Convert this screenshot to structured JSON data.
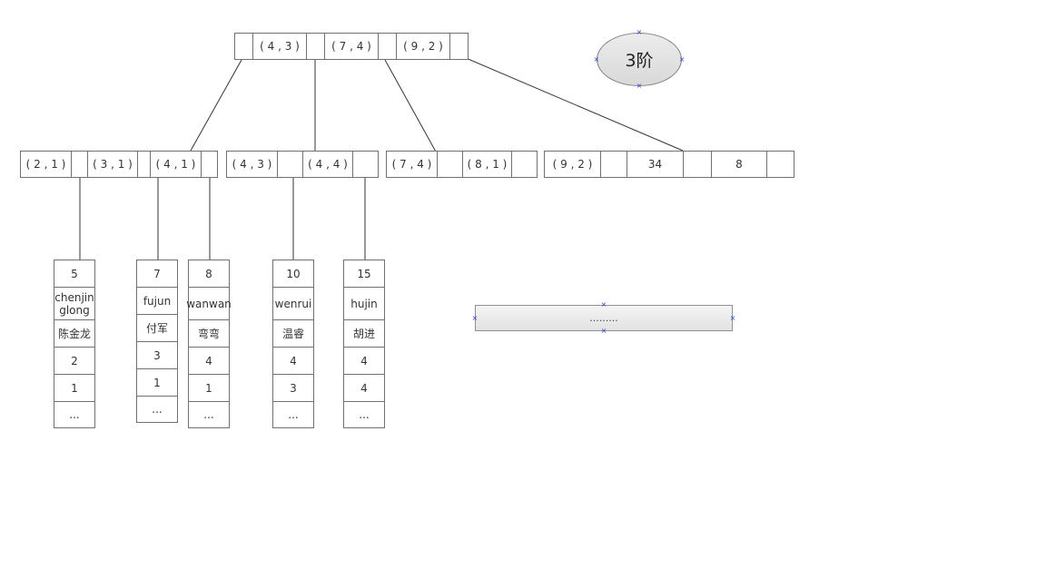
{
  "root": [
    "",
    "(4,3)",
    "",
    "(7,4)",
    "",
    "(9,2)",
    ""
  ],
  "order_label": "3阶",
  "leaves": [
    [
      "(2,1)",
      "",
      "(3,1)",
      "",
      "(4,1)",
      ""
    ],
    [
      "(4,3)",
      "",
      "(4,4)",
      ""
    ],
    [
      "(7,4)",
      "",
      "(8,1)",
      ""
    ],
    [
      "(9,2)",
      "",
      "34",
      "",
      "8",
      ""
    ]
  ],
  "records": [
    [
      "5",
      "chenjin glong",
      "陈金龙",
      "2",
      "1",
      "..."
    ],
    [
      "7",
      "fujun",
      "付军",
      "3",
      "1",
      "..."
    ],
    [
      "8",
      "wanwan",
      "弯弯",
      "4",
      "1",
      "..."
    ],
    [
      "10",
      "wenrui",
      "温睿",
      "4",
      "3",
      "..."
    ],
    [
      "15",
      "hujin",
      "胡进",
      "4",
      "4",
      "..."
    ]
  ],
  "note": "........."
}
